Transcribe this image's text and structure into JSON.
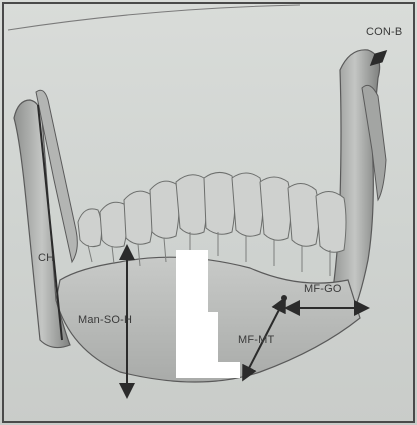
{
  "labels": {
    "con_b": "CON-B",
    "ch": "CH",
    "man_so_h": "Man-SO-H",
    "mf_go": "MF-GO",
    "mf_mt": "MF-MT"
  },
  "colors": {
    "paper": "#d6d9d6",
    "bone_outline": "#5a5a5a",
    "bone_shade": "#9a9c9a",
    "measure_line": "#2b2b2b",
    "mask": "#ffffff"
  }
}
